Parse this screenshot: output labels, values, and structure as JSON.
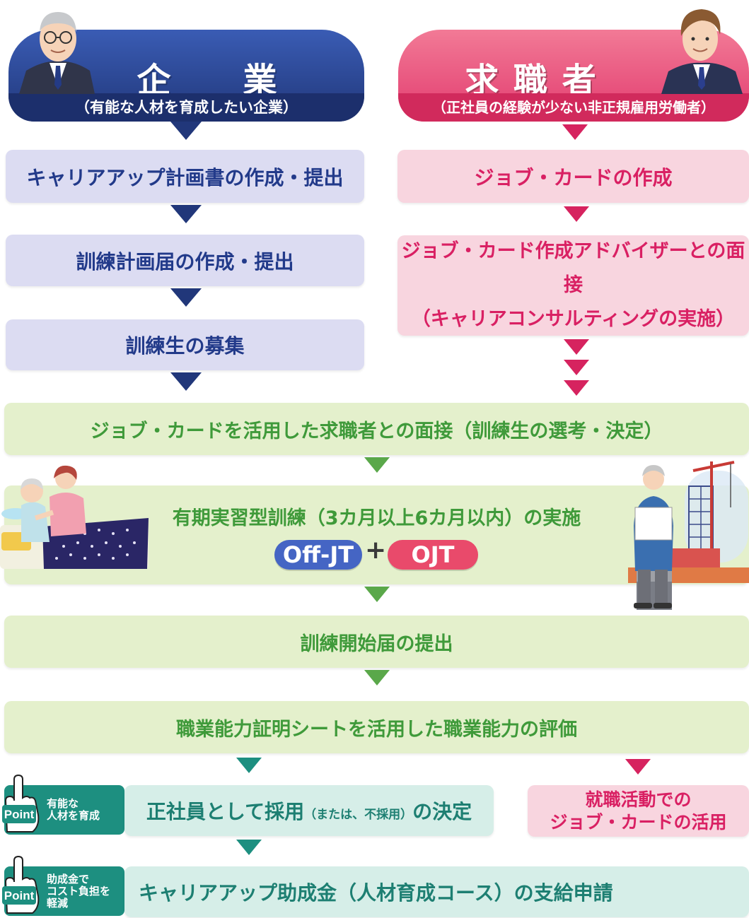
{
  "left_header": {
    "title": "企　　業",
    "subtitle": "（有能な人材を育成したい企業）",
    "color": "#21377a",
    "gradient_top": "#2f4fa6"
  },
  "right_header": {
    "title": "求 職 者",
    "subtitle": "（正社員の経験が少ない非正規雇用労働者）",
    "color": "#e23c6f"
  },
  "company_steps": [
    "キャリアアップ計画書の作成・提出",
    "訓練計画届の作成・提出",
    "訓練生の募集"
  ],
  "jobseeker_steps": [
    "ジョブ・カードの作成",
    "ジョブ・カード作成アドバイザーとの面接",
    "（キャリアコンサルティングの実施）"
  ],
  "shared_steps": {
    "interview": "ジョブ・カードを活用した求職者との面接（訓練生の選考・決定）",
    "training": "有期実習型訓練（3カ月以上6カ月以内）の実施",
    "start_notice": "訓練開始届の提出",
    "evaluation": "職業能力証明シートを活用した職業能力の評価"
  },
  "training_types": {
    "off_jt": "Off-JT",
    "plus": "+",
    "ojt": "OJT"
  },
  "hire_decision": {
    "main": "正社員として採用",
    "small": "（または、不採用）",
    "end": "の決定"
  },
  "job_hunting": {
    "line1": "就職活動での",
    "line2": "ジョブ・カードの活用"
  },
  "subsidy": "キャリアアップ助成金（人材育成コース）の支給申請",
  "points": [
    {
      "label": "Point",
      "text_lines": [
        "有能な",
        "人材を育成"
      ]
    },
    {
      "label": "Point",
      "text_lines": [
        "助成金で",
        "コスト負担を",
        "軽減"
      ]
    }
  ],
  "colors": {
    "navy": "#21377a",
    "pink": "#d6235f",
    "green": "#5aa84a",
    "teal": "#1d8f80",
    "off_jt_blue": "#4565c4",
    "ojt_pink": "#e94a6b"
  },
  "illustrations": [
    "businessman-icon",
    "young-man-icon",
    "caregiver-icon",
    "engineer-icon"
  ]
}
